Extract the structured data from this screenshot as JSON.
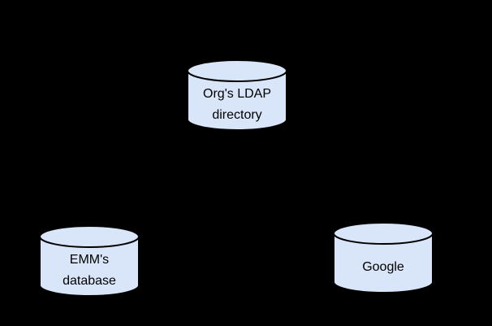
{
  "diagram": {
    "background_color": "#000000",
    "node_fill_color": "#d9e6f9",
    "node_stroke_color": "#000000",
    "nodes": [
      {
        "id": "ldap-directory",
        "shape": "database-cylinder",
        "lines": [
          "Org's LDAP",
          "directory"
        ]
      },
      {
        "id": "emm-database",
        "shape": "database-cylinder",
        "lines": [
          "EMM's",
          "database"
        ]
      },
      {
        "id": "google",
        "shape": "database-cylinder",
        "lines": [
          "Google"
        ]
      }
    ]
  }
}
